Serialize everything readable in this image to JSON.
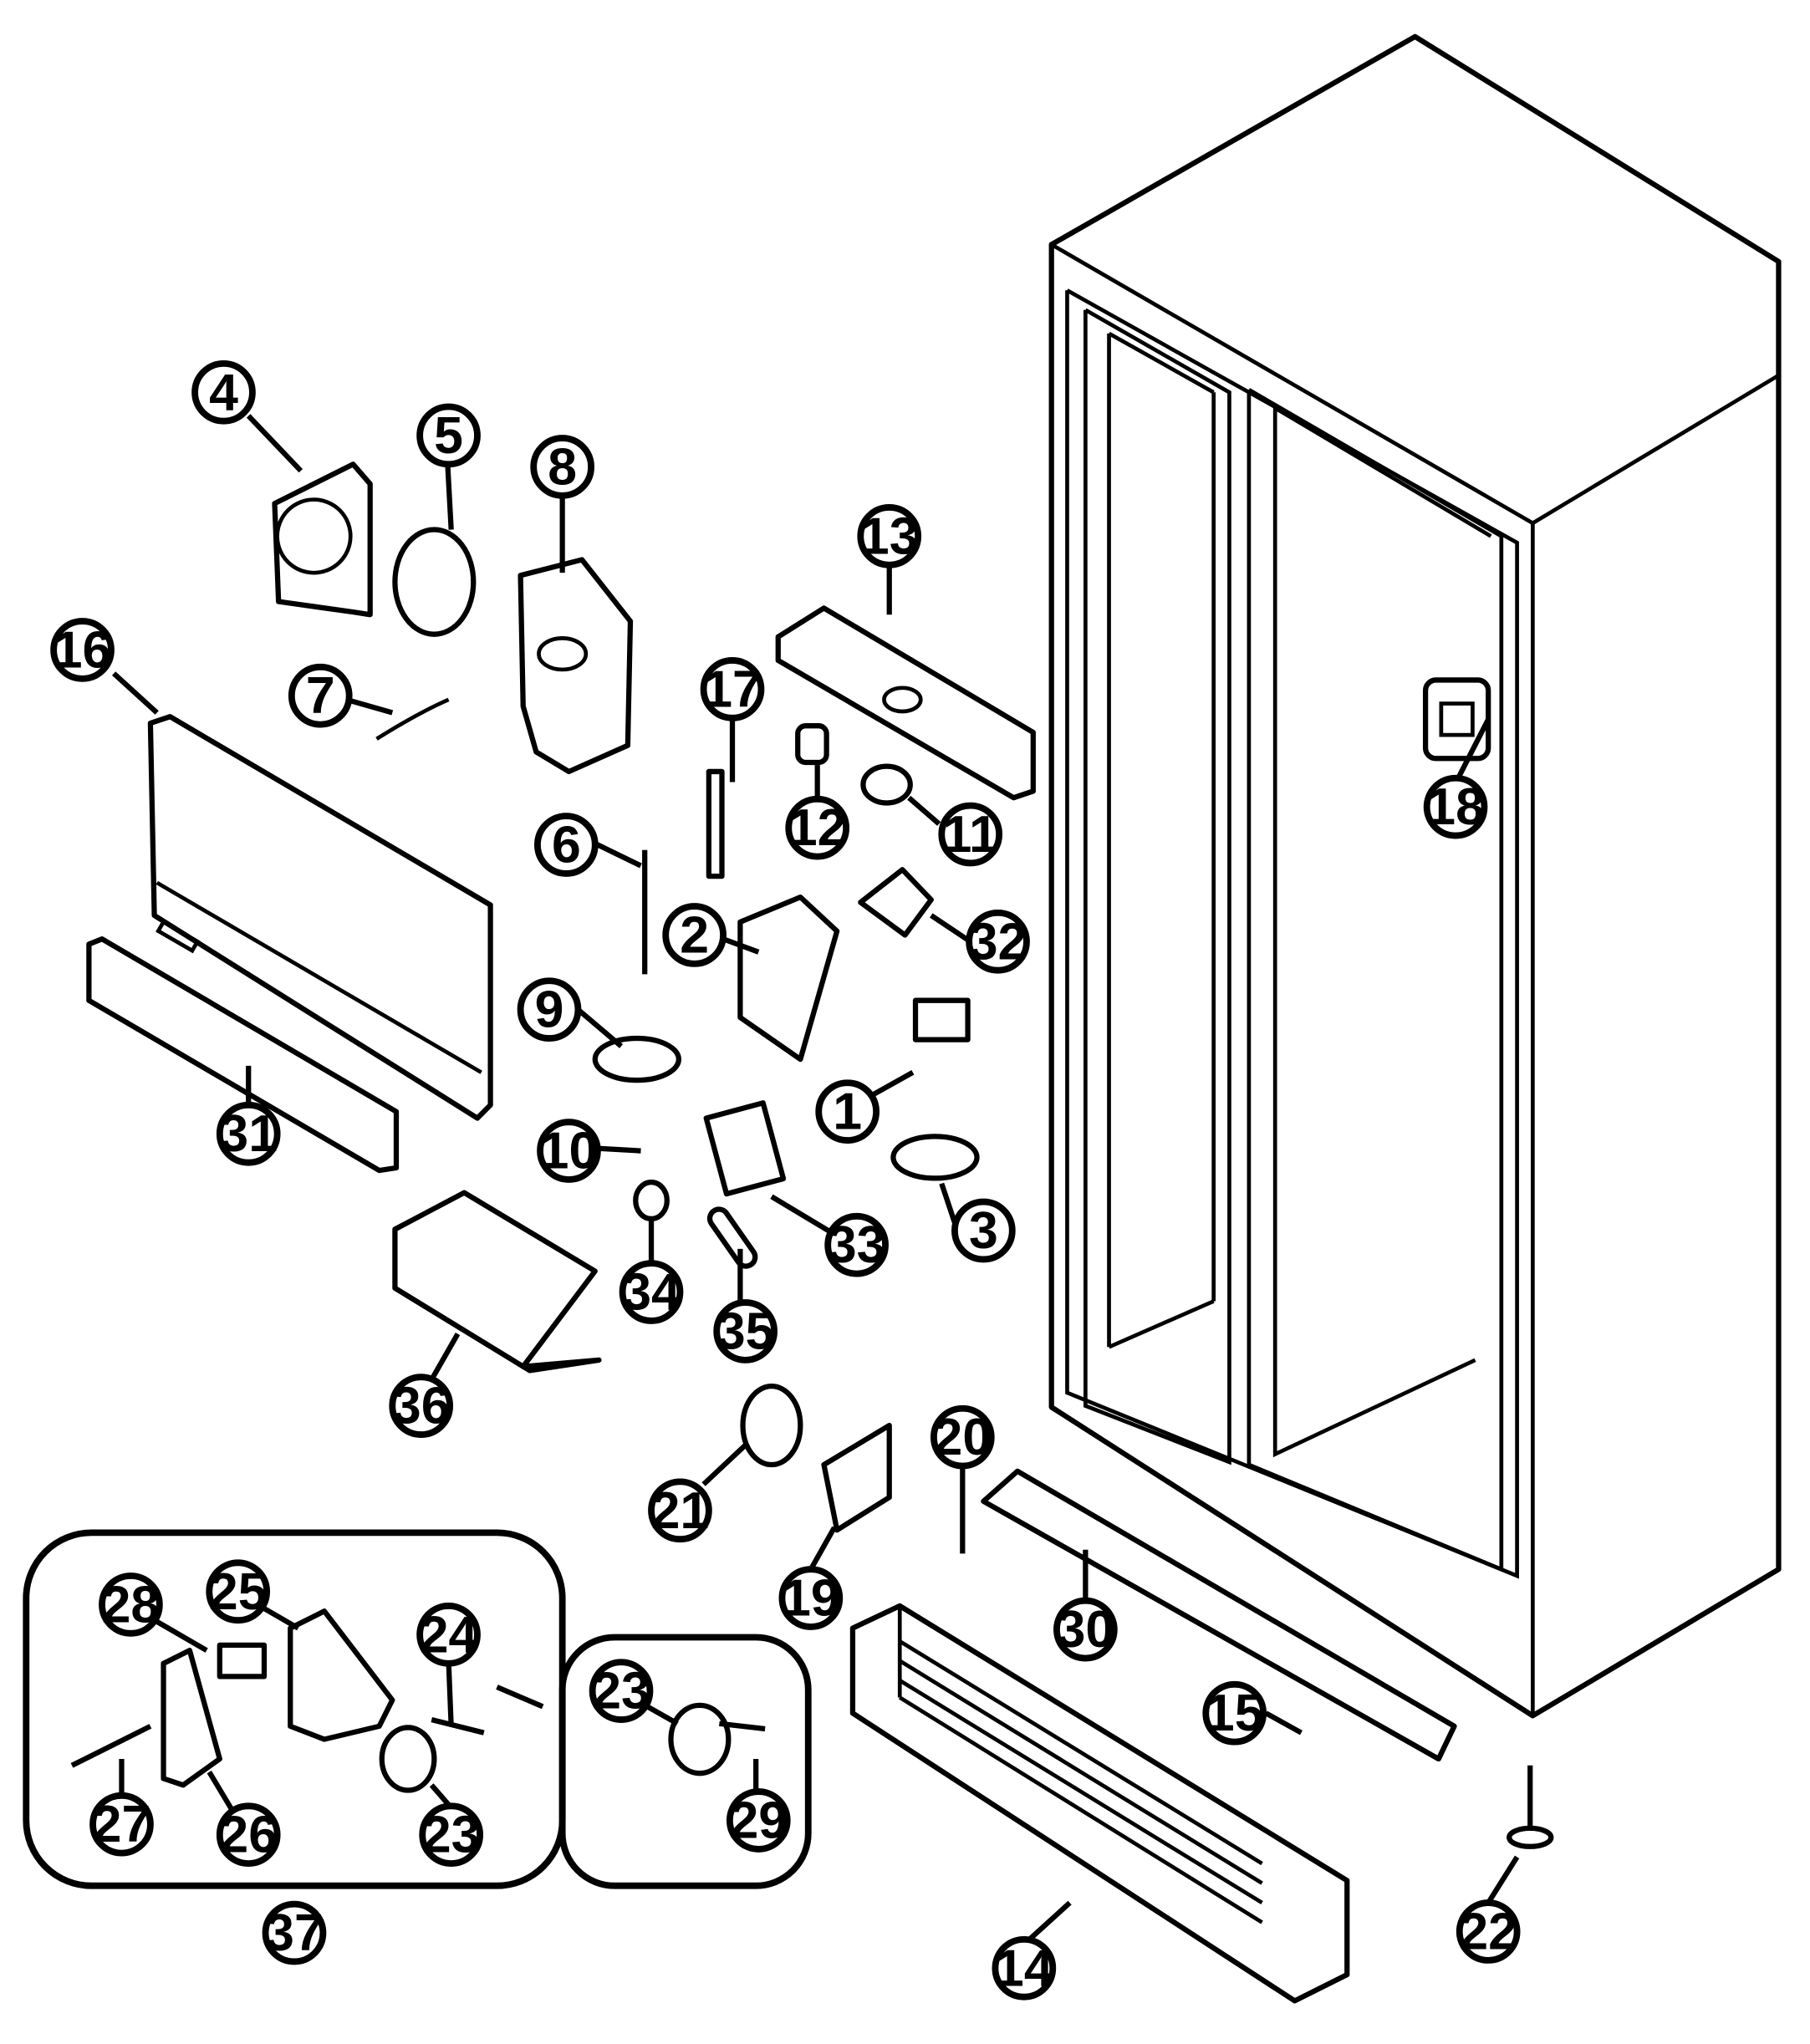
{
  "callouts": [
    {
      "id": "1",
      "label": "1"
    },
    {
      "id": "2",
      "label": "2"
    },
    {
      "id": "3",
      "label": "3"
    },
    {
      "id": "4",
      "label": "4"
    },
    {
      "id": "5",
      "label": "5"
    },
    {
      "id": "6",
      "label": "6"
    },
    {
      "id": "7",
      "label": "7"
    },
    {
      "id": "8",
      "label": "8"
    },
    {
      "id": "9",
      "label": "9"
    },
    {
      "id": "10",
      "label": "10"
    },
    {
      "id": "11",
      "label": "11"
    },
    {
      "id": "12",
      "label": "12"
    },
    {
      "id": "13",
      "label": "13"
    },
    {
      "id": "14",
      "label": "14"
    },
    {
      "id": "15",
      "label": "15"
    },
    {
      "id": "16",
      "label": "16"
    },
    {
      "id": "17",
      "label": "17"
    },
    {
      "id": "18",
      "label": "18"
    },
    {
      "id": "19",
      "label": "19"
    },
    {
      "id": "20",
      "label": "20"
    },
    {
      "id": "21",
      "label": "21"
    },
    {
      "id": "22",
      "label": "22"
    },
    {
      "id": "23a",
      "label": "23"
    },
    {
      "id": "23b",
      "label": "23"
    },
    {
      "id": "24",
      "label": "24"
    },
    {
      "id": "25",
      "label": "25"
    },
    {
      "id": "26",
      "label": "26"
    },
    {
      "id": "27",
      "label": "27"
    },
    {
      "id": "28",
      "label": "28"
    },
    {
      "id": "29",
      "label": "29"
    },
    {
      "id": "30",
      "label": "30"
    },
    {
      "id": "31",
      "label": "31"
    },
    {
      "id": "32",
      "label": "32"
    },
    {
      "id": "33",
      "label": "33"
    },
    {
      "id": "34",
      "label": "34"
    },
    {
      "id": "35",
      "label": "35"
    },
    {
      "id": "36",
      "label": "36"
    },
    {
      "id": "37",
      "label": "37"
    }
  ]
}
